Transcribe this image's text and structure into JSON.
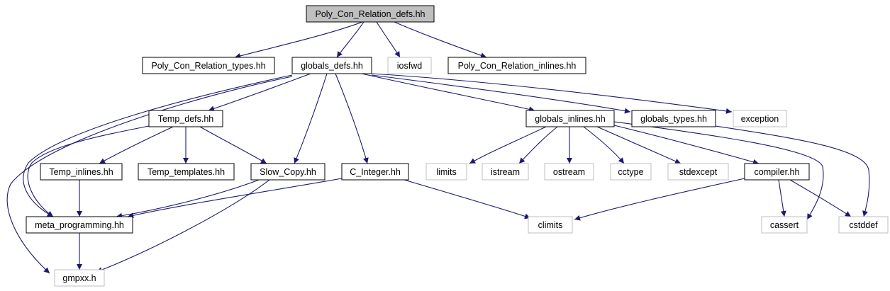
{
  "graph": {
    "title": "Poly_Con_Relation_defs.hh",
    "edge_color": "#191970",
    "nodes": [
      {
        "id": "root",
        "label": "Poly_Con_Relation_defs.hh",
        "kind": "root"
      },
      {
        "id": "types",
        "label": "Poly_Con_Relation_types.hh",
        "kind": "local"
      },
      {
        "id": "gdefs",
        "label": "globals_defs.hh",
        "kind": "local"
      },
      {
        "id": "iosfwd",
        "label": "iosfwd",
        "kind": "external"
      },
      {
        "id": "inlines",
        "label": "Poly_Con_Relation_inlines.hh",
        "kind": "local"
      },
      {
        "id": "tdefs",
        "label": "Temp_defs.hh",
        "kind": "local"
      },
      {
        "id": "ginl",
        "label": "globals_inlines.hh",
        "kind": "local"
      },
      {
        "id": "gtypes",
        "label": "globals_types.hh",
        "kind": "local"
      },
      {
        "id": "exception",
        "label": "exception",
        "kind": "external"
      },
      {
        "id": "tinl",
        "label": "Temp_inlines.hh",
        "kind": "local"
      },
      {
        "id": "ttmpl",
        "label": "Temp_templates.hh",
        "kind": "local"
      },
      {
        "id": "slow",
        "label": "Slow_Copy.hh",
        "kind": "local"
      },
      {
        "id": "cint",
        "label": "C_Integer.hh",
        "kind": "local"
      },
      {
        "id": "limits",
        "label": "limits",
        "kind": "external"
      },
      {
        "id": "istream",
        "label": "istream",
        "kind": "external"
      },
      {
        "id": "ostream",
        "label": "ostream",
        "kind": "external"
      },
      {
        "id": "cctype",
        "label": "cctype",
        "kind": "external"
      },
      {
        "id": "stdexcept",
        "label": "stdexcept",
        "kind": "external"
      },
      {
        "id": "compiler",
        "label": "compiler.hh",
        "kind": "local"
      },
      {
        "id": "meta",
        "label": "meta_programming.hh",
        "kind": "local"
      },
      {
        "id": "climits",
        "label": "climits",
        "kind": "external"
      },
      {
        "id": "cassert",
        "label": "cassert",
        "kind": "external"
      },
      {
        "id": "cstddef",
        "label": "cstddef",
        "kind": "external"
      },
      {
        "id": "gmpxx",
        "label": "gmpxx.h",
        "kind": "external"
      }
    ],
    "edges": [
      {
        "from": "root",
        "to": "types"
      },
      {
        "from": "root",
        "to": "gdefs"
      },
      {
        "from": "root",
        "to": "iosfwd"
      },
      {
        "from": "root",
        "to": "inlines"
      },
      {
        "from": "gdefs",
        "to": "tdefs"
      },
      {
        "from": "gdefs",
        "to": "slow"
      },
      {
        "from": "gdefs",
        "to": "cint"
      },
      {
        "from": "gdefs",
        "to": "ginl"
      },
      {
        "from": "gdefs",
        "to": "gtypes"
      },
      {
        "from": "gdefs",
        "to": "exception"
      },
      {
        "from": "gdefs",
        "to": "meta"
      },
      {
        "from": "gdefs",
        "to": "gmpxx"
      },
      {
        "from": "tdefs",
        "to": "tinl"
      },
      {
        "from": "tdefs",
        "to": "ttmpl"
      },
      {
        "from": "tdefs",
        "to": "slow"
      },
      {
        "from": "tdefs",
        "to": "meta"
      },
      {
        "from": "tinl",
        "to": "meta"
      },
      {
        "from": "slow",
        "to": "meta"
      },
      {
        "from": "slow",
        "to": "gmpxx"
      },
      {
        "from": "cint",
        "to": "meta"
      },
      {
        "from": "cint",
        "to": "climits"
      },
      {
        "from": "meta",
        "to": "gmpxx"
      },
      {
        "from": "ginl",
        "to": "limits"
      },
      {
        "from": "ginl",
        "to": "istream"
      },
      {
        "from": "ginl",
        "to": "ostream"
      },
      {
        "from": "ginl",
        "to": "cctype"
      },
      {
        "from": "ginl",
        "to": "stdexcept"
      },
      {
        "from": "ginl",
        "to": "compiler"
      },
      {
        "from": "ginl",
        "to": "cassert"
      },
      {
        "from": "gtypes",
        "to": "cstddef"
      },
      {
        "from": "compiler",
        "to": "climits"
      },
      {
        "from": "compiler",
        "to": "cassert"
      },
      {
        "from": "compiler",
        "to": "cstddef"
      }
    ]
  }
}
